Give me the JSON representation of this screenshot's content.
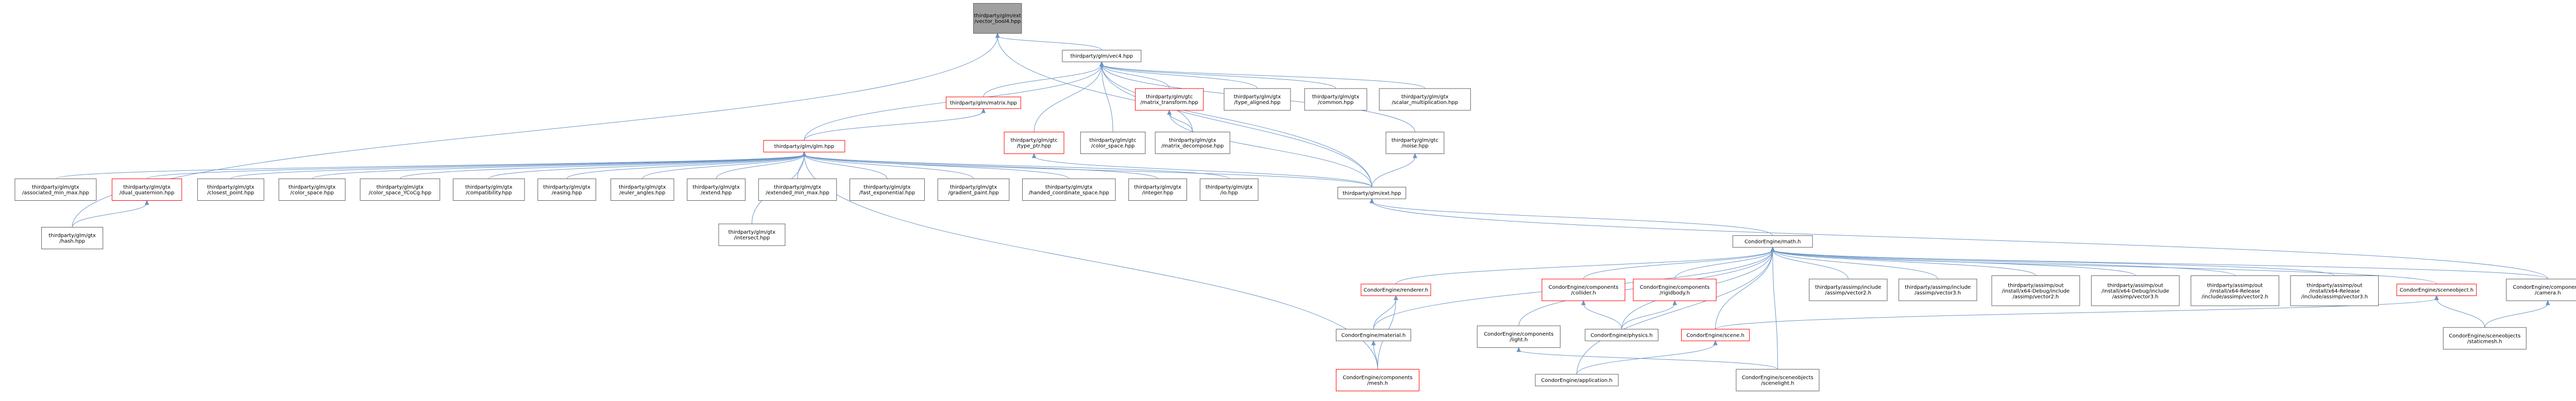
{
  "diagram": {
    "type": "include-dependency-graph",
    "colors": {
      "background": "#ffffff",
      "root_fill": "#a0a0a0",
      "node_fill": "#ffffff",
      "node_border": "#606060",
      "missing_border": "#ff0000",
      "edge": "#6b95c8"
    },
    "nodes": [
      {
        "id": "ext_vector_bool4",
        "lines": [
          "thirdparty/glm/ext",
          "/vector_bool4.hpp"
        ],
        "kind": "root"
      },
      {
        "id": "vec4",
        "lines": [
          "thirdparty/glm/vec4.hpp"
        ],
        "kind": "normal"
      },
      {
        "id": "matrix",
        "lines": [
          "thirdparty/glm/matrix.hpp"
        ],
        "kind": "missing"
      },
      {
        "id": "matrix_transform",
        "lines": [
          "thirdparty/glm/gtc",
          "/matrix_transform.hpp"
        ],
        "kind": "missing"
      },
      {
        "id": "type_aligned",
        "lines": [
          "thirdparty/glm/gtx",
          "/type_aligned.hpp"
        ],
        "kind": "normal"
      },
      {
        "id": "gtx_common",
        "lines": [
          "thirdparty/glm/gtx",
          "/common.hpp"
        ],
        "kind": "normal"
      },
      {
        "id": "scalar_multiplication",
        "lines": [
          "thirdparty/glm/gtx",
          "/scalar_multiplication.hpp"
        ],
        "kind": "normal"
      },
      {
        "id": "glm",
        "lines": [
          "thirdparty/glm/glm.hpp"
        ],
        "kind": "missing"
      },
      {
        "id": "type_ptr",
        "lines": [
          "thirdparty/glm/gtc",
          "/type_ptr.hpp"
        ],
        "kind": "missing"
      },
      {
        "id": "color_space_gtc",
        "lines": [
          "thirdparty/glm/gtc",
          "/color_space.hpp"
        ],
        "kind": "normal"
      },
      {
        "id": "matrix_decompose",
        "lines": [
          "thirdparty/glm/gtx",
          "/matrix_decompose.hpp"
        ],
        "kind": "normal"
      },
      {
        "id": "noise",
        "lines": [
          "thirdparty/glm/gtc",
          "/noise.hpp"
        ],
        "kind": "normal"
      },
      {
        "id": "glmext",
        "lines": [
          "thirdparty/glm/ext.hpp"
        ],
        "kind": "normal"
      },
      {
        "id": "associated_min_max",
        "lines": [
          "thirdparty/glm/gtx",
          "/associated_min_max.hpp"
        ],
        "kind": "normal"
      },
      {
        "id": "dual_quaternion",
        "lines": [
          "thirdparty/glm/gtx",
          "/dual_quaternion.hpp"
        ],
        "kind": "missing"
      },
      {
        "id": "closest_point",
        "lines": [
          "thirdparty/glm/gtx",
          "/closest_point.hpp"
        ],
        "kind": "normal"
      },
      {
        "id": "color_space_gtx",
        "lines": [
          "thirdparty/glm/gtx",
          "/color_space.hpp"
        ],
        "kind": "normal"
      },
      {
        "id": "color_space_YCoCg",
        "lines": [
          "thirdparty/glm/gtx",
          "/color_space_YCoCg.hpp"
        ],
        "kind": "normal"
      },
      {
        "id": "compatibility",
        "lines": [
          "thirdparty/glm/gtx",
          "/compatibility.hpp"
        ],
        "kind": "normal"
      },
      {
        "id": "easing",
        "lines": [
          "thirdparty/glm/gtx",
          "/easing.hpp"
        ],
        "kind": "normal"
      },
      {
        "id": "euler_angles",
        "lines": [
          "thirdparty/glm/gtx",
          "/euler_angles.hpp"
        ],
        "kind": "normal"
      },
      {
        "id": "extend",
        "lines": [
          "thirdparty/glm/gtx",
          "/extend.hpp"
        ],
        "kind": "normal"
      },
      {
        "id": "extended_min_max",
        "lines": [
          "thirdparty/glm/gtx",
          "/extended_min_max.hpp"
        ],
        "kind": "normal"
      },
      {
        "id": "fast_exponential",
        "lines": [
          "thirdparty/glm/gtx",
          "/fast_exponential.hpp"
        ],
        "kind": "normal"
      },
      {
        "id": "gradient_paint",
        "lines": [
          "thirdparty/glm/gtx",
          "/gradient_paint.hpp"
        ],
        "kind": "normal"
      },
      {
        "id": "handed_coordinate_space",
        "lines": [
          "thirdparty/glm/gtx",
          "/handed_coordinate_space.hpp"
        ],
        "kind": "normal"
      },
      {
        "id": "integer",
        "lines": [
          "thirdparty/glm/gtx",
          "/integer.hpp"
        ],
        "kind": "normal"
      },
      {
        "id": "io",
        "lines": [
          "thirdparty/glm/gtx",
          "/io.hpp"
        ],
        "kind": "normal"
      },
      {
        "id": "hash",
        "lines": [
          "thirdparty/glm/gtx",
          "/hash.hpp"
        ],
        "kind": "normal"
      },
      {
        "id": "intersect",
        "lines": [
          "thirdparty/glm/gtx",
          "/intersect.hpp"
        ],
        "kind": "normal"
      },
      {
        "id": "math",
        "lines": [
          "CondorEngine/math.h"
        ],
        "kind": "normal"
      },
      {
        "id": "renderer",
        "lines": [
          "CondorEngine/renderer.h"
        ],
        "kind": "missing"
      },
      {
        "id": "collider",
        "lines": [
          "CondorEngine/components",
          "/collider.h"
        ],
        "kind": "missing"
      },
      {
        "id": "rigidbody",
        "lines": [
          "CondorEngine/components",
          "/rigidbody.h"
        ],
        "kind": "missing"
      },
      {
        "id": "assimp_vector2",
        "lines": [
          "thirdparty/assimp/include",
          "/assimp/vector2.h"
        ],
        "kind": "normal"
      },
      {
        "id": "assimp_vector3",
        "lines": [
          "thirdparty/assimp/include",
          "/assimp/vector3.h"
        ],
        "kind": "normal"
      },
      {
        "id": "out_debug_vector2",
        "lines": [
          "thirdparty/assimp/out",
          "/install/x64-Debug/include",
          "/assimp/vector2.h"
        ],
        "kind": "normal"
      },
      {
        "id": "out_debug_vector3",
        "lines": [
          "thirdparty/assimp/out",
          "/install/x64-Debug/include",
          "/assimp/vector3.h"
        ],
        "kind": "normal"
      },
      {
        "id": "out_release_vector2",
        "lines": [
          "thirdparty/assimp/out",
          "/install/x64-Release",
          "/include/assimp/vector2.h"
        ],
        "kind": "normal"
      },
      {
        "id": "out_release_vector3",
        "lines": [
          "thirdparty/assimp/out",
          "/install/x64-Release",
          "/include/assimp/vector3.h"
        ],
        "kind": "normal"
      },
      {
        "id": "sceneobject",
        "lines": [
          "CondorEngine/sceneobject.h"
        ],
        "kind": "missing"
      },
      {
        "id": "camera",
        "lines": [
          "CondorEngine/components",
          "/camera.h"
        ],
        "kind": "normal"
      },
      {
        "id": "material",
        "lines": [
          "CondorEngine/material.h"
        ],
        "kind": "normal"
      },
      {
        "id": "light",
        "lines": [
          "CondorEngine/components",
          "/light.h"
        ],
        "kind": "normal"
      },
      {
        "id": "physics",
        "lines": [
          "CondorEngine/physics.h"
        ],
        "kind": "normal"
      },
      {
        "id": "scene",
        "lines": [
          "CondorEngine/scene.h"
        ],
        "kind": "missing"
      },
      {
        "id": "staticmesh",
        "lines": [
          "CondorEngine/sceneobjects",
          "/staticmesh.h"
        ],
        "kind": "normal"
      },
      {
        "id": "mesh",
        "lines": [
          "CondorEngine/components",
          "/mesh.h"
        ],
        "kind": "missing"
      },
      {
        "id": "application",
        "lines": [
          "CondorEngine/application.h"
        ],
        "kind": "normal"
      },
      {
        "id": "sceneobjects_scenelight",
        "lines": [
          "CondorEngine/sceneobjects",
          "/scenelight.h"
        ],
        "kind": "normal"
      }
    ]
  }
}
